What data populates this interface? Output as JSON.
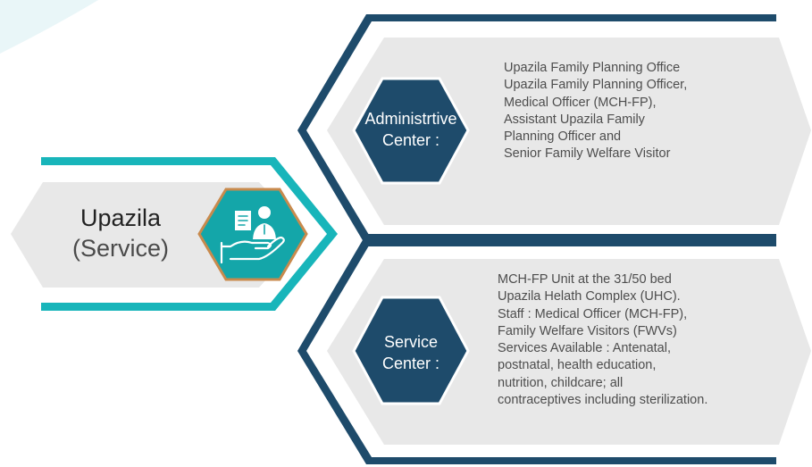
{
  "hub": {
    "title": "Upazila",
    "subtitle": "(Service)",
    "icon": "person-in-hand-icon"
  },
  "centers": [
    {
      "label_line1": "Administrtive",
      "label_line2": "Center :",
      "lines": [
        "Upazila Family Planning Office",
        "Upazila Family Planning Officer,",
        "Medical Officer (MCH-FP),",
        "Assistant Upazila Family",
        "Planning Officer and",
        "Senior Family Welfare Visitor"
      ]
    },
    {
      "label_line1": "Service",
      "label_line2": "Center :",
      "lines": [
        "MCH-FP Unit at the 31/50 bed",
        "Upazila Helath Complex (UHC).",
        "Staff : Medical Officer (MCH-FP),",
        "Family Welfare Visitors (FWVs)",
        "Services Available : Antenatal,",
        "postnatal, health education,",
        "nutrition, childcare; all",
        "contraceptives including sterilization."
      ]
    }
  ],
  "colors": {
    "navy": "#1e4b6b",
    "teal": "#18b5ba",
    "panel": "#e8e8e8",
    "icon_hex": "#14a6a9",
    "icon_border": "#c88a4d"
  }
}
